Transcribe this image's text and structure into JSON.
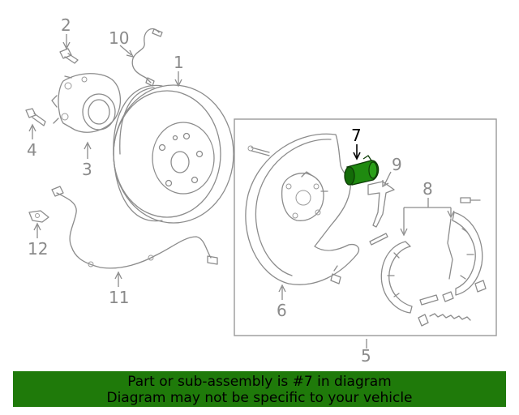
{
  "colors": {
    "banner_bg": "#1f7a0a",
    "highlight_part": "#1f8a10",
    "line_gray": "#8c8c8c"
  },
  "callouts": {
    "c1": "1",
    "c2": "2",
    "c3": "3",
    "c4": "4",
    "c5": "5",
    "c6": "6",
    "c7": "7",
    "c8": "8",
    "c9": "9",
    "c10": "10",
    "c11": "11",
    "c12": "12"
  },
  "highlighted_callout": "7",
  "banner": {
    "line1": "Part or sub-assembly is #7 in diagram",
    "line2": "Diagram may not be specific to your vehicle"
  }
}
